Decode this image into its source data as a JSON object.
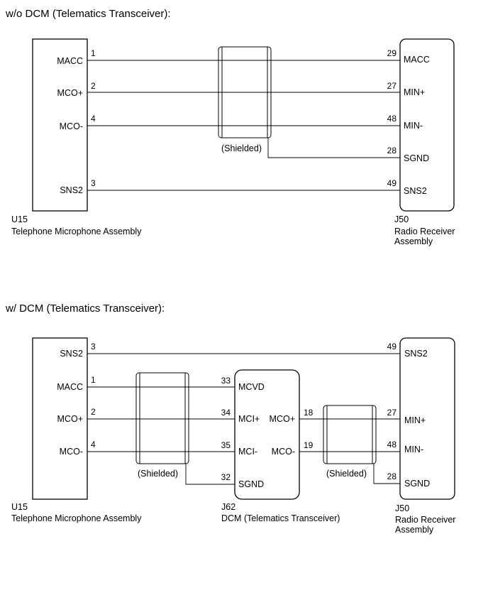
{
  "section1": {
    "title": "w/o DCM (Telematics Transceiver):",
    "left": {
      "code": "U15",
      "name": "Telephone Microphone Assembly",
      "pins": [
        {
          "label": "MACC",
          "num": "1"
        },
        {
          "label": "MCO+",
          "num": "2"
        },
        {
          "label": "MCO-",
          "num": "4"
        },
        {
          "label": "SNS2",
          "num": "3"
        }
      ]
    },
    "right": {
      "code": "J50",
      "name_line1": "Radio Receiver",
      "name_line2": "Assembly",
      "pins": [
        {
          "label": "MACC",
          "num": "29"
        },
        {
          "label": "MIN+",
          "num": "27"
        },
        {
          "label": "MIN-",
          "num": "48"
        },
        {
          "label": "SGND",
          "num": "28"
        },
        {
          "label": "SNS2",
          "num": "49"
        }
      ]
    },
    "shield_label": "(Shielded)"
  },
  "section2": {
    "title": "w/ DCM (Telematics Transceiver):",
    "left": {
      "code": "U15",
      "name": "Telephone Microphone Assembly",
      "pins": [
        {
          "label": "SNS2",
          "num": "3"
        },
        {
          "label": "MACC",
          "num": "1"
        },
        {
          "label": "MCO+",
          "num": "2"
        },
        {
          "label": "MCO-",
          "num": "4"
        }
      ]
    },
    "middle": {
      "code": "J62",
      "name": "DCM (Telematics Transceiver)",
      "left_pins": [
        {
          "label": "MCVD",
          "num": "33"
        },
        {
          "label": "MCI+",
          "num": "34"
        },
        {
          "label": "MCI-",
          "num": "35"
        },
        {
          "label": "SGND",
          "num": "32"
        }
      ],
      "right_pins": [
        {
          "label": "MCO+",
          "num": "18"
        },
        {
          "label": "MCO-",
          "num": "19"
        }
      ]
    },
    "right": {
      "code": "J50",
      "name_line1": "Radio Receiver",
      "name_line2": "Assembly",
      "pins": [
        {
          "label": "SNS2",
          "num": "49"
        },
        {
          "label": "MIN+",
          "num": "27"
        },
        {
          "label": "MIN-",
          "num": "48"
        },
        {
          "label": "SGND",
          "num": "28"
        }
      ]
    },
    "shield_label_left": "(Shielded)",
    "shield_label_right": "(Shielded)"
  }
}
